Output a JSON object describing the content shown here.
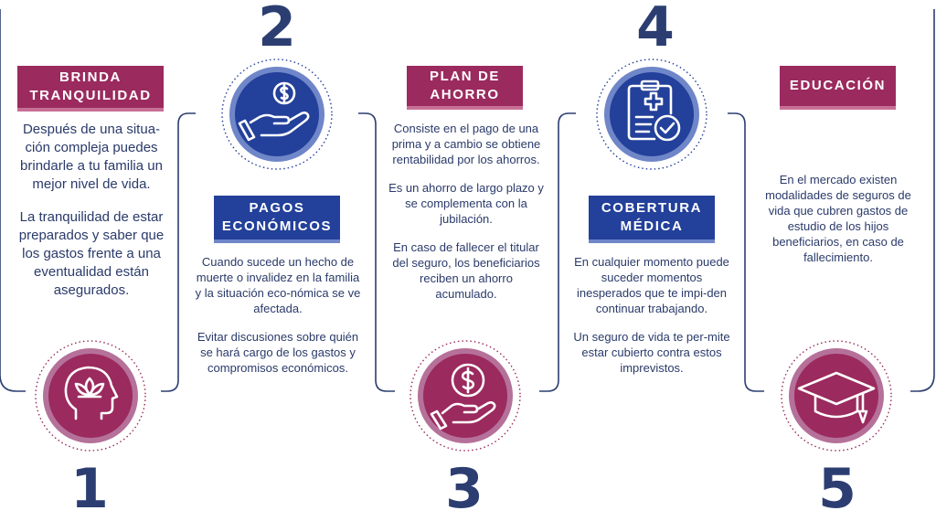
{
  "colors": {
    "magenta": "#9b2a5e",
    "blue": "#23409a",
    "number": "#2c3e71"
  },
  "steps": [
    {
      "number": "1",
      "title": [
        "BRINDA",
        "TRANQUILIDAD"
      ],
      "icon": "lotus-head-icon",
      "paragraphs": [
        "Después de una situa-ción compleja puedes brindarle a tu familia un mejor nivel de vida.",
        "La tranquilidad de estar preparados y saber que los gastos frente a una eventualidad están asegurados."
      ]
    },
    {
      "number": "2",
      "title": [
        "PAGOS",
        "ECONÓMICOS"
      ],
      "icon": "hand-coin-icon",
      "paragraphs": [
        "Cuando sucede un hecho de muerte o invalidez en la familia y la situación eco-nómica se ve afectada.",
        "Evitar discusiones sobre quién se hará cargo de los gastos y compromisos económicos."
      ]
    },
    {
      "number": "3",
      "title": [
        "PLAN DE",
        "AHORRO"
      ],
      "icon": "hand-dollar-icon",
      "paragraphs": [
        "Consiste en el pago de una prima y a cambio se obtiene rentabilidad por los ahorros.",
        "Es un ahorro de largo plazo y se complementa con la jubilación.",
        "En caso de fallecer el titular del seguro, los beneficiarios reciben un ahorro acumulado."
      ]
    },
    {
      "number": "4",
      "title": [
        "COBERTURA",
        "MÉDICA"
      ],
      "icon": "medical-clipboard-icon",
      "paragraphs": [
        "En cualquier momento puede suceder momentos inesperados que te impi-den continuar trabajando.",
        "Un seguro de vida te per-mite estar cubierto contra estos imprevistos."
      ]
    },
    {
      "number": "5",
      "title": [
        "EDUCACIÓN"
      ],
      "icon": "graduation-cap-icon",
      "paragraphs": [
        "En el mercado existen modalidades de seguros de vida que cubren gastos de estudio de los hijos beneficiarios, en caso de fallecimiento."
      ]
    }
  ]
}
